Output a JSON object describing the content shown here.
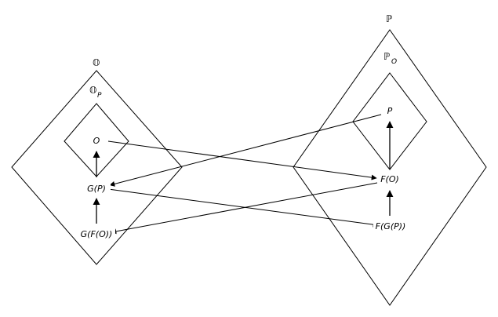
{
  "left_set": {
    "outer_label": "𝕆",
    "inner_label": "𝕆",
    "inner_subscript": "P"
  },
  "right_set": {
    "outer_label": "ℙ",
    "inner_label": "ℙ",
    "inner_subscript": "O"
  },
  "nodes": {
    "o": "O",
    "gp": "G(P)",
    "gfo": "G(F(O))",
    "p": "P",
    "fo": "F(O)",
    "fgp": "F(G(P))"
  },
  "colors": {
    "stroke": "#000000",
    "background": "#ffffff"
  }
}
